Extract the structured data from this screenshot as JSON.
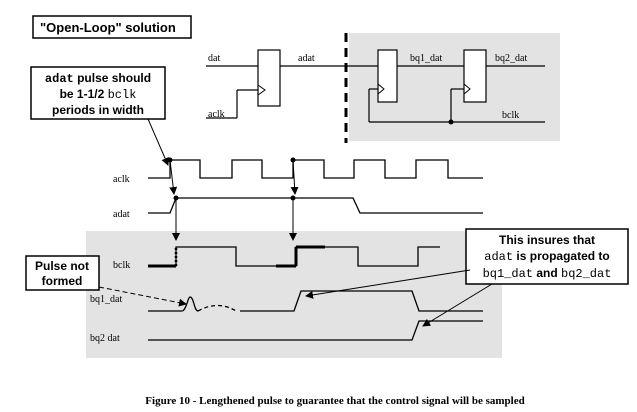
{
  "title_box": {
    "text": "\"Open-Loop\" solution"
  },
  "callout_adat": {
    "line1_mono": "adat",
    "line1_rest": " pulse should",
    "line2_pre": "be 1-1/2 ",
    "line2_mono": "bclk",
    "line3": "periods in width"
  },
  "callout_pulse": {
    "line1": "Pulse not",
    "line2": "formed"
  },
  "callout_insure": {
    "line1": "This insures that",
    "line2_mono": "adat",
    "line2_rest": " is propagated to",
    "line3_mono_a": "bq1_dat",
    "line3_mid": " and ",
    "line3_mono_b": "bq2_dat"
  },
  "schematic": {
    "dat_label": "dat",
    "adat_label": "adat",
    "aclk_label": "aclk",
    "bq1_label": "bq1_dat",
    "bq2_label": "bq2_dat",
    "bclk_label": "bclk"
  },
  "waveforms": {
    "aclk": "aclk",
    "adat": "adat",
    "bclk": "bclk",
    "bq1": "bq1_dat",
    "bq2": "bq2 dat"
  },
  "caption": "Figure 10 - Lengthened pulse to guarantee that the control signal will be sampled"
}
